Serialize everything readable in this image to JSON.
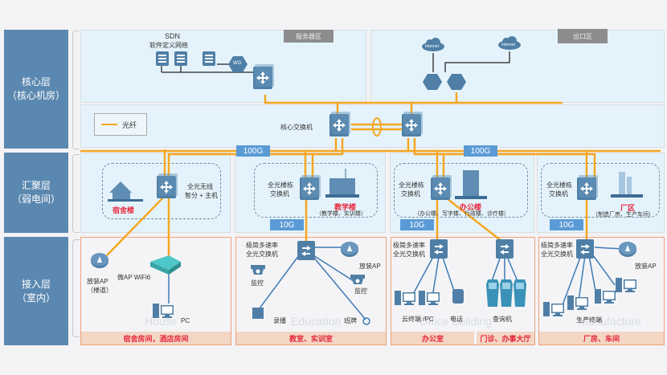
{
  "layers": {
    "core": {
      "line1": "核心层",
      "line2": "（核心机房）"
    },
    "aggregation": {
      "line1": "汇聚层",
      "line2": "（弱电间）"
    },
    "access": {
      "line1": "接入层",
      "line2": "（室内）"
    }
  },
  "core": {
    "server_zone_tag": "服务器区",
    "exit_zone_tag": "出口区",
    "sdn_title": "SDN",
    "sdn_subtitle": "软件定义网络",
    "wg_label": "WG",
    "internet_label": "Internet",
    "core_switch_label": "核心交换机",
    "legend_label": "光纤"
  },
  "links": {
    "uplink_speed": "100G",
    "downlink_speed": "10G"
  },
  "aggregation": {
    "dorm": {
      "switch_label_1": "全光无线",
      "switch_label_2": "智分 + 主机",
      "building": "宿舍楼"
    },
    "teaching": {
      "switch_label_1": "全光楼栋",
      "switch_label_2": "交换机",
      "building": "教学楼",
      "note": "（教学楼、实训楼）"
    },
    "office": {
      "switch_label_1": "全光楼栋",
      "switch_label_2": "交换机",
      "building": "办公楼",
      "note": "（办公楼、写字楼、行政楼、诊疗楼）"
    },
    "factory": {
      "switch_label_1": "全光楼栋",
      "switch_label_2": "交换机",
      "building": "厂区",
      "note": "（制造厂房、生产车间）"
    }
  },
  "access": {
    "dorm": {
      "ap_label": "放装AP",
      "ap_note": "（楼道）",
      "micro_ap": "微AP WiFi6",
      "pc": "PC",
      "watermark": "House",
      "footer": "宿舍房间，酒店房间"
    },
    "classroom": {
      "switch_1": "极简多速率",
      "switch_2": "全光交换机",
      "ap": "放装AP",
      "cam1": "监控",
      "cam2": "监控",
      "device1": "录播",
      "device2": "班牌",
      "watermark": "Education",
      "footer": "教室、实训室"
    },
    "office": {
      "switch_1": "极简多速率",
      "switch_2": "全光交换机",
      "terminal": "云终端 /PC",
      "phone": "电话",
      "kiosk": "查询机",
      "watermark": "Office Building",
      "footer_office": "办公室",
      "footer_hall": "门诊、办事大厅"
    },
    "factory": {
      "switch_1": "极简多速率",
      "switch_2": "全光交换机",
      "ap": "放装AP",
      "terminal": "生产终端",
      "watermark": "Manufacture",
      "footer": "厂房、车间"
    }
  },
  "colors": {
    "fiber": "#f5a623",
    "layer_label_bg": "#5b88b0",
    "device_blue": "#4f7fa6",
    "speed_badge": "#5b9bd5",
    "highlight_red": "#e6243a",
    "copper": "#3e7ab8"
  }
}
